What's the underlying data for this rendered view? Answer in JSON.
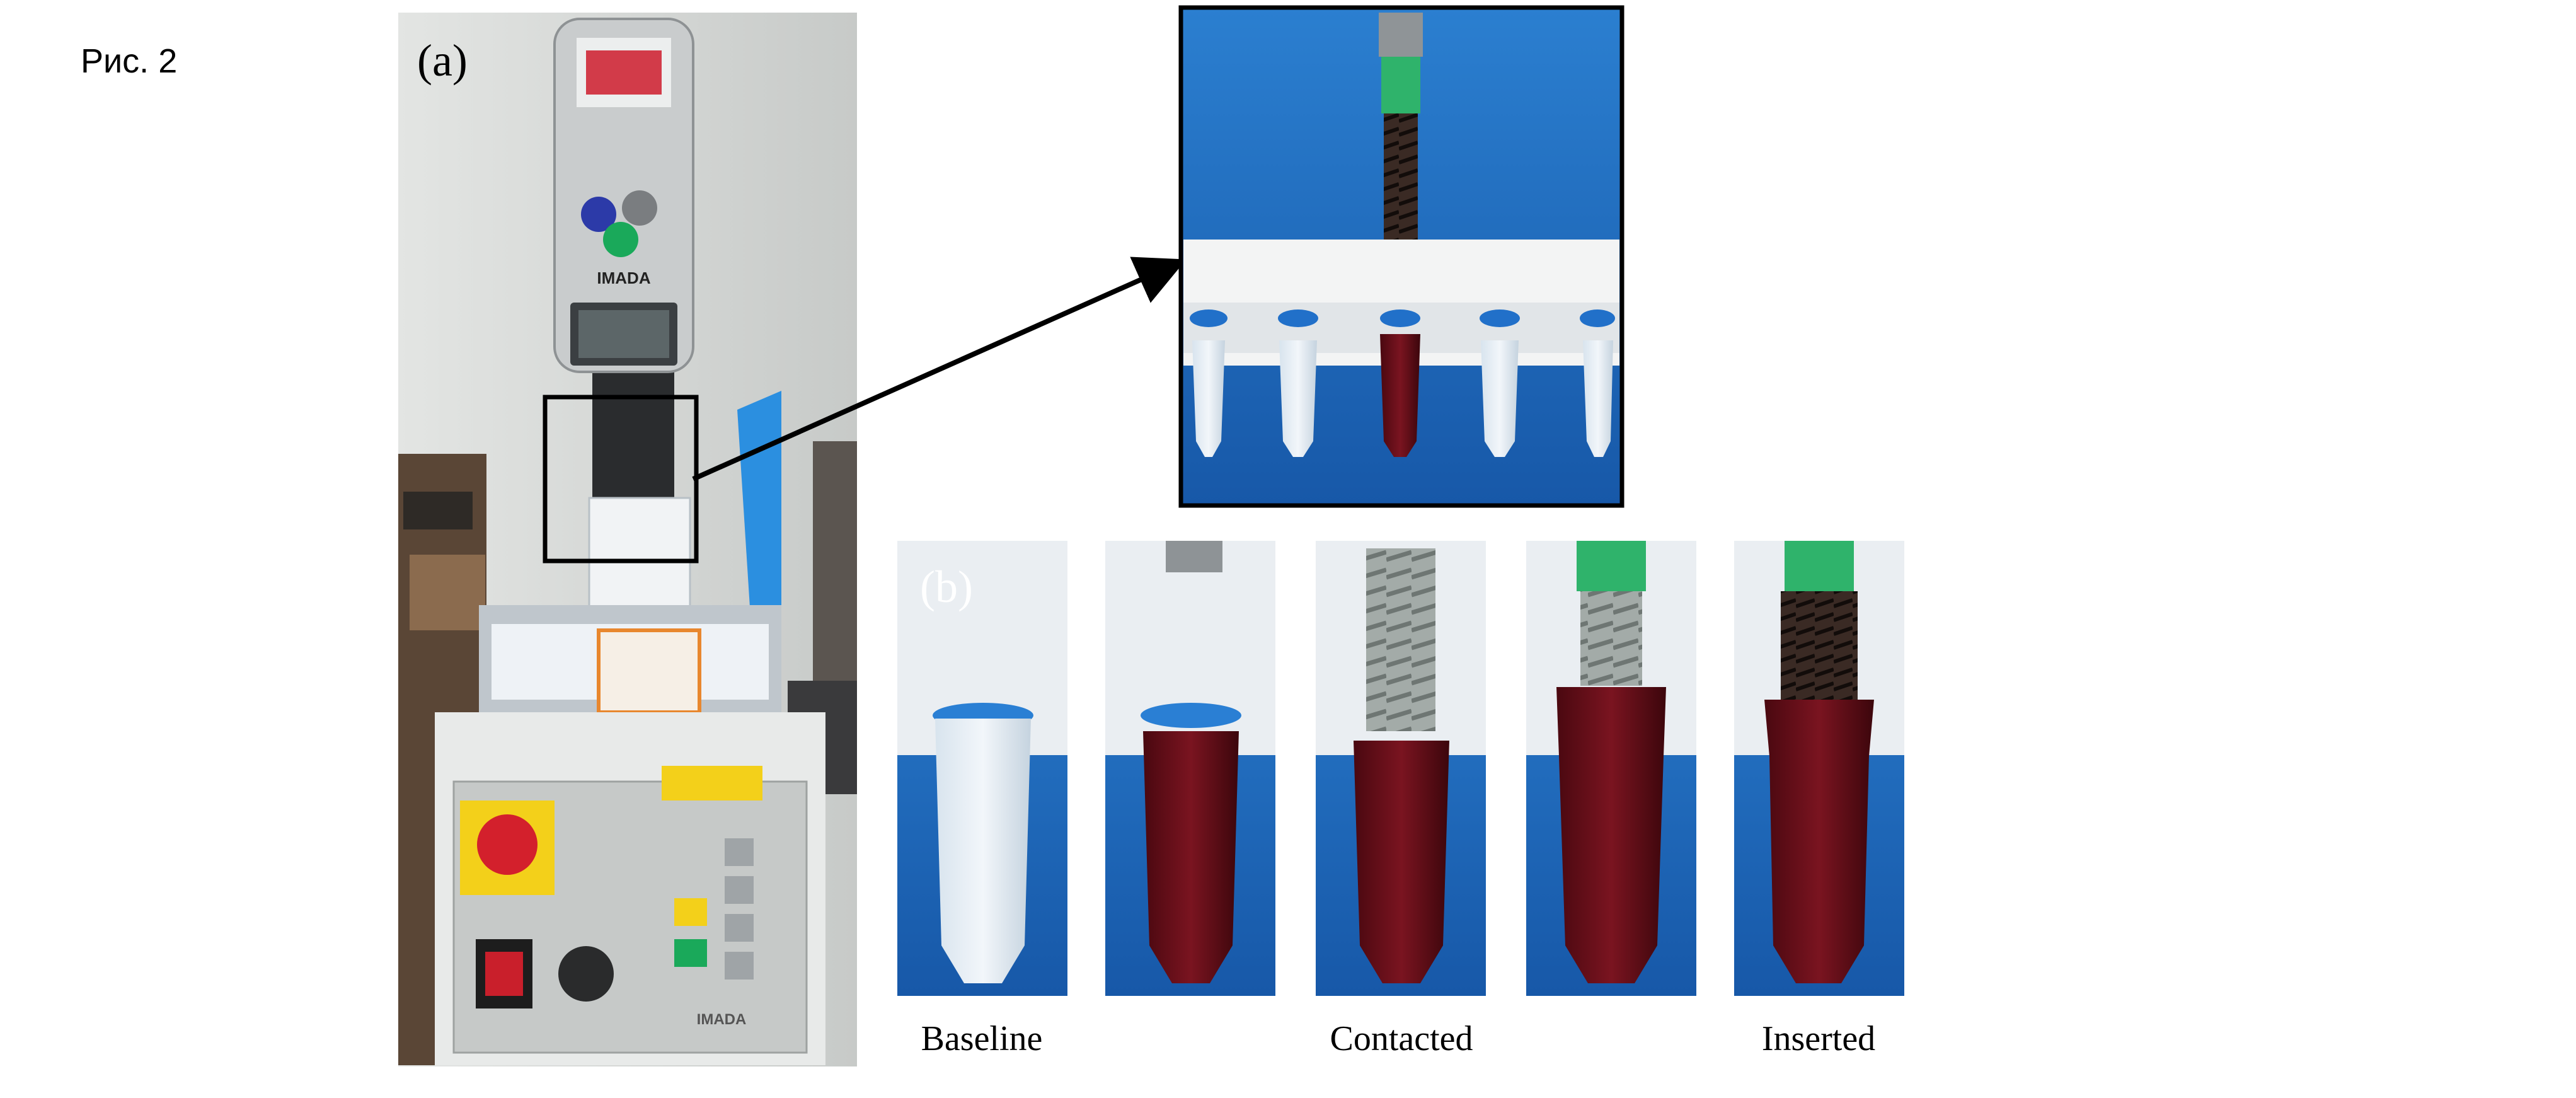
{
  "figure_label": "Рис. 2",
  "panel_a": {
    "label": "(a)",
    "device_brand": "IMADA",
    "display_brand": "IMADA"
  },
  "panel_b": {
    "label": "(b)",
    "stage_labels": [
      "Baseline",
      "Contacted",
      "Inserted"
    ]
  },
  "colors": {
    "background_blue": "#1d6fc4",
    "blood_red": "#5e0a12",
    "implant_green": "#2fb36b",
    "implant_gray": "#9aa3a0"
  }
}
